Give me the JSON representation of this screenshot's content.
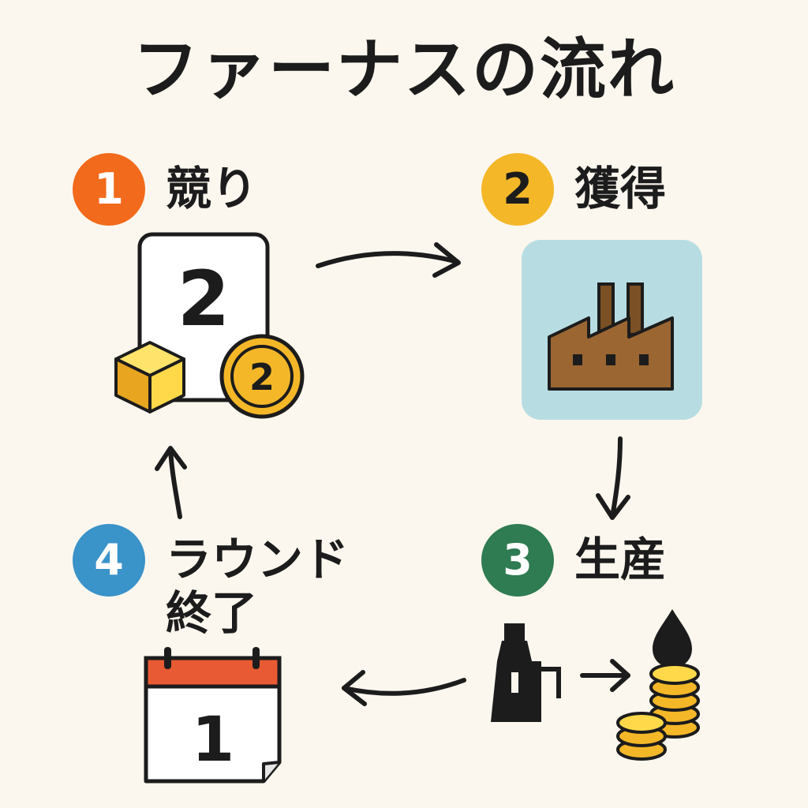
{
  "title": "ファーナスの流れ",
  "colors": {
    "background": "#fcf7ee",
    "step1": "#f26a1b",
    "step2": "#f4b728",
    "step3": "#2f7b52",
    "step4": "#3a93c9",
    "factory_bg": "#b7dde3",
    "factory": "#9b6632",
    "coin": "#f4b728",
    "calendar_header": "#e85a33"
  },
  "steps": [
    {
      "number": "1",
      "label": "競り",
      "icon": "auction-card-icon"
    },
    {
      "number": "2",
      "label": "獲得",
      "icon": "factory-icon"
    },
    {
      "number": "3",
      "label": "生産",
      "icon": "production-icon"
    },
    {
      "number": "4",
      "label_line1": "ラウンド",
      "label_line2": "終了",
      "icon": "calendar-icon"
    }
  ],
  "card_value": "2",
  "coin_value": "2",
  "calendar_value": "1"
}
